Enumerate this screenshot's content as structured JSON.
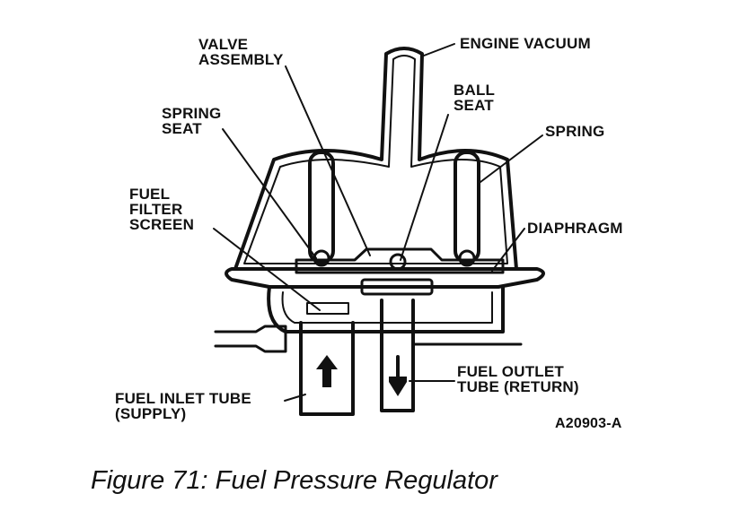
{
  "diagram": {
    "labels": {
      "valve_assembly": "VALVE\nASSEMBLY",
      "engine_vacuum": "ENGINE VACUUM",
      "ball_seat": "BALL\nSEAT",
      "spring_seat": "SPRING\nSEAT",
      "spring": "SPRING",
      "fuel_filter_screen": "FUEL\nFILTER\nSCREEN",
      "diaphragm": "DIAPHRAGM",
      "fuel_outlet_tube": "FUEL OUTLET\nTUBE (RETURN)",
      "fuel_inlet_tube": "FUEL INLET TUBE\n(SUPPLY)"
    },
    "part_code": "A20903-A"
  },
  "caption": "Figure 71: Fuel Pressure Regulator",
  "colors": {
    "ink": "#111111",
    "background": "#ffffff"
  }
}
